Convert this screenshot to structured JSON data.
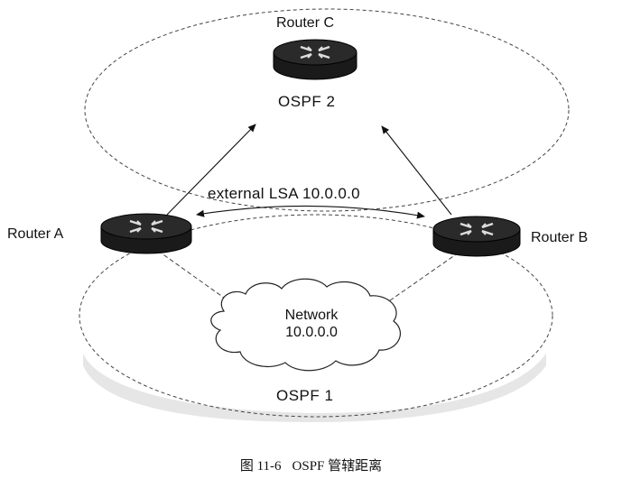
{
  "routers": {
    "a": {
      "label": "Router A"
    },
    "b": {
      "label": "Router B"
    },
    "c": {
      "label": "Router C"
    }
  },
  "areas": {
    "ospf2": {
      "label": "OSPF 2"
    },
    "ospf1": {
      "label": "OSPF 1"
    }
  },
  "network": {
    "line1": "Network",
    "line2": "10.0.0.0"
  },
  "lsa": {
    "label": "external LSA 10.0.0.0"
  },
  "caption": {
    "figure_number": "图 11-6",
    "text": "OSPF 管辖距离"
  }
}
